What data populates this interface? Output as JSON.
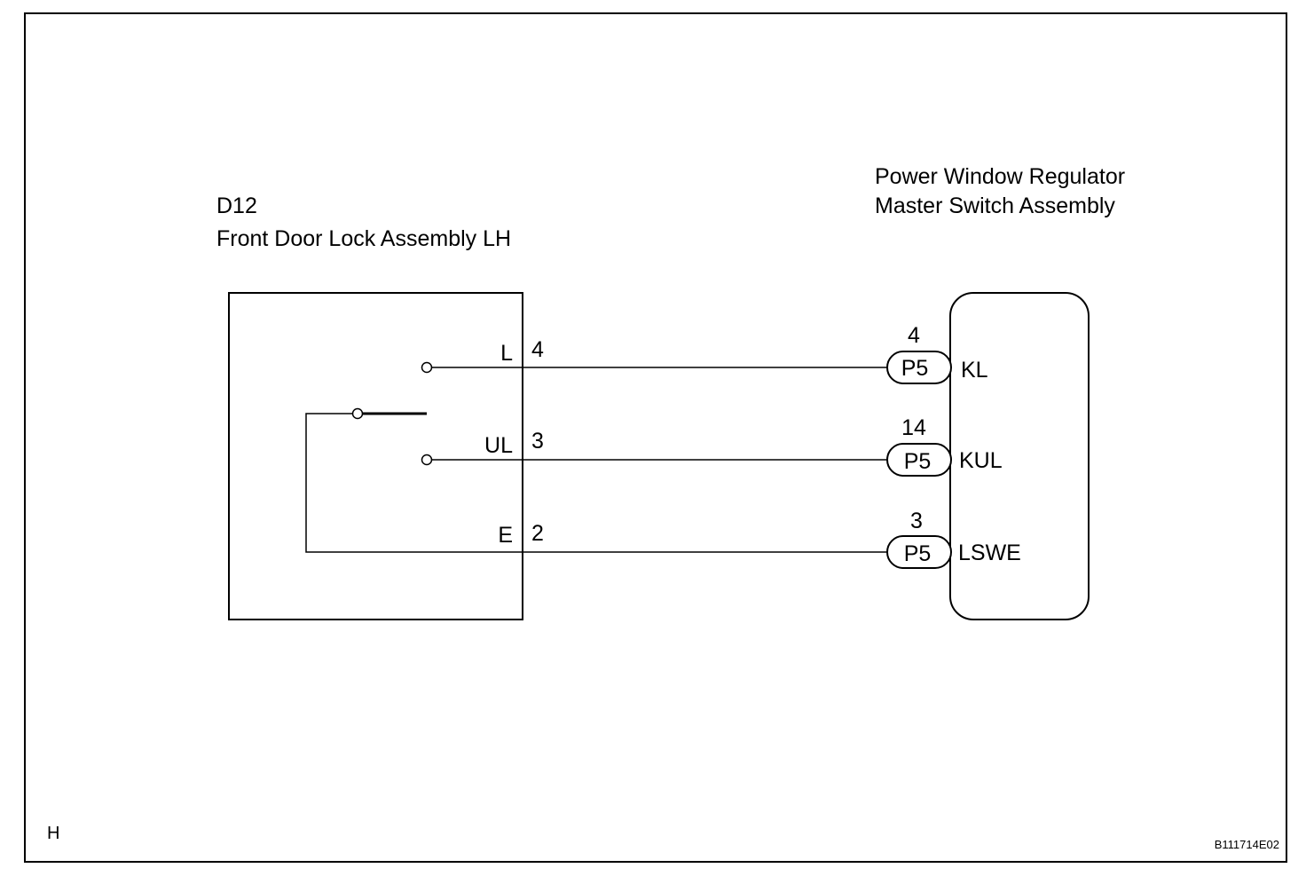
{
  "left_component": {
    "code": "D12",
    "name": "Front Door Lock Assembly LH",
    "pins": [
      {
        "label": "L",
        "number": "4"
      },
      {
        "label": "UL",
        "number": "3"
      },
      {
        "label": "E",
        "number": "2"
      }
    ]
  },
  "right_component": {
    "name_line1": "Power Window Regulator",
    "name_line2": "Master Switch Assembly",
    "pins": [
      {
        "number": "4",
        "connector": "P5",
        "terminal": "KL"
      },
      {
        "number": "14",
        "connector": "P5",
        "terminal": "KUL"
      },
      {
        "number": "3",
        "connector": "P5",
        "terminal": "LSWE"
      }
    ]
  },
  "corner_letter": "H",
  "figure_id": "B111714E02",
  "colors": {
    "line": "#000000",
    "background": "#ffffff"
  }
}
